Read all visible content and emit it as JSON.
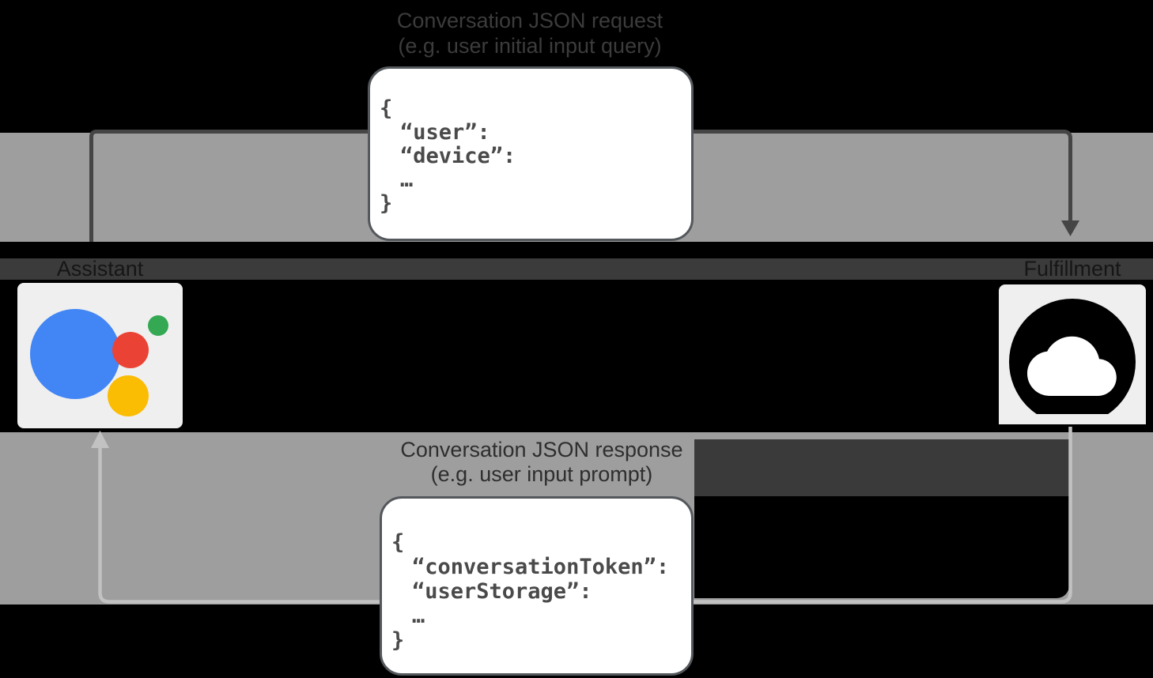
{
  "request": {
    "title": "Conversation JSON request",
    "subtitle": "(e.g. user initial input query)",
    "code": [
      "{",
      "“user”:",
      "“device”:",
      "…",
      "}"
    ]
  },
  "response": {
    "title": "Conversation JSON response",
    "subtitle": "(e.g. user input prompt)",
    "code": [
      "{",
      "“conversationToken”:",
      "“userStorage”:",
      "…",
      "}"
    ]
  },
  "nodes": {
    "assistant": {
      "label": "Assistant",
      "icon": "google-assistant-logo"
    },
    "fulfillment": {
      "label": "Fulfillment",
      "icon": "cloud-icon"
    }
  },
  "colors": {
    "background": "#000000",
    "flow_band_gray": "#9e9e9e",
    "label_band_dark": "#3b3b3b",
    "node_box_bg": "#efefef",
    "assistant_blue": "#4285f4",
    "assistant_red": "#ea4335",
    "assistant_yellow": "#fbbc04",
    "assistant_green": "#34a853",
    "cloud_glyph": "#000000",
    "code_box_border": "#54585c",
    "code_text": "#4a4a4a",
    "request_arrow": "#454545",
    "response_arrow": "#c2c2c2"
  }
}
